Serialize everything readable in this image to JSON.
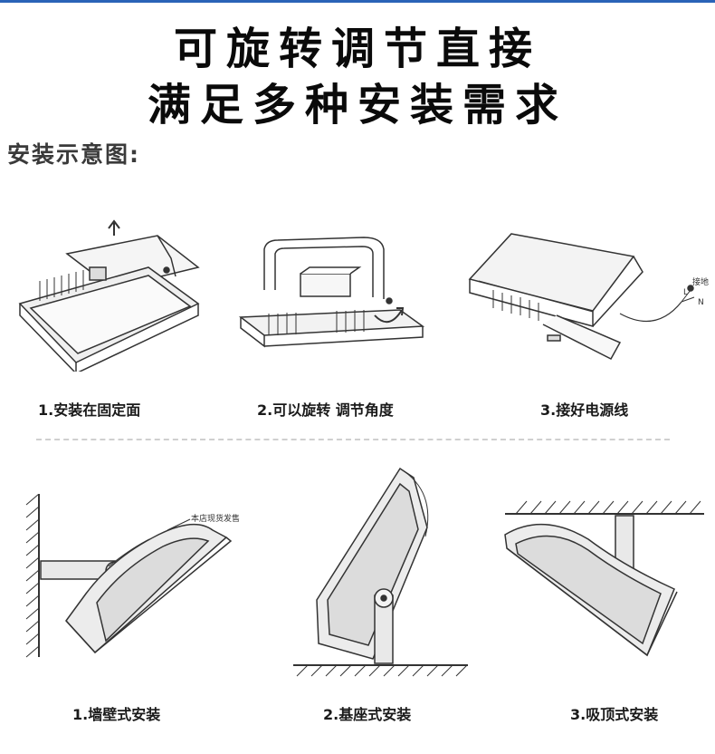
{
  "header": {
    "line1": "可旋转调节直接",
    "line2": "满足多种安装需求"
  },
  "section_title": "安装示意图:",
  "steps": [
    {
      "label": "1.安装在固定面"
    },
    {
      "label": "2.可以旋转 调节角度"
    },
    {
      "label": "3.接好电源线"
    }
  ],
  "wire_labels": {
    "ground": "接地",
    "live": "L",
    "neutral": "N"
  },
  "mounts": [
    {
      "label": "1.墙壁式安装",
      "note": "本店现货发售"
    },
    {
      "label": "2.基座式安装"
    },
    {
      "label": "3.吸顶式安装"
    }
  ],
  "colors": {
    "accent_bar": "#2a63b7",
    "line_art": "#333333",
    "divider": "#cfcfcf"
  }
}
